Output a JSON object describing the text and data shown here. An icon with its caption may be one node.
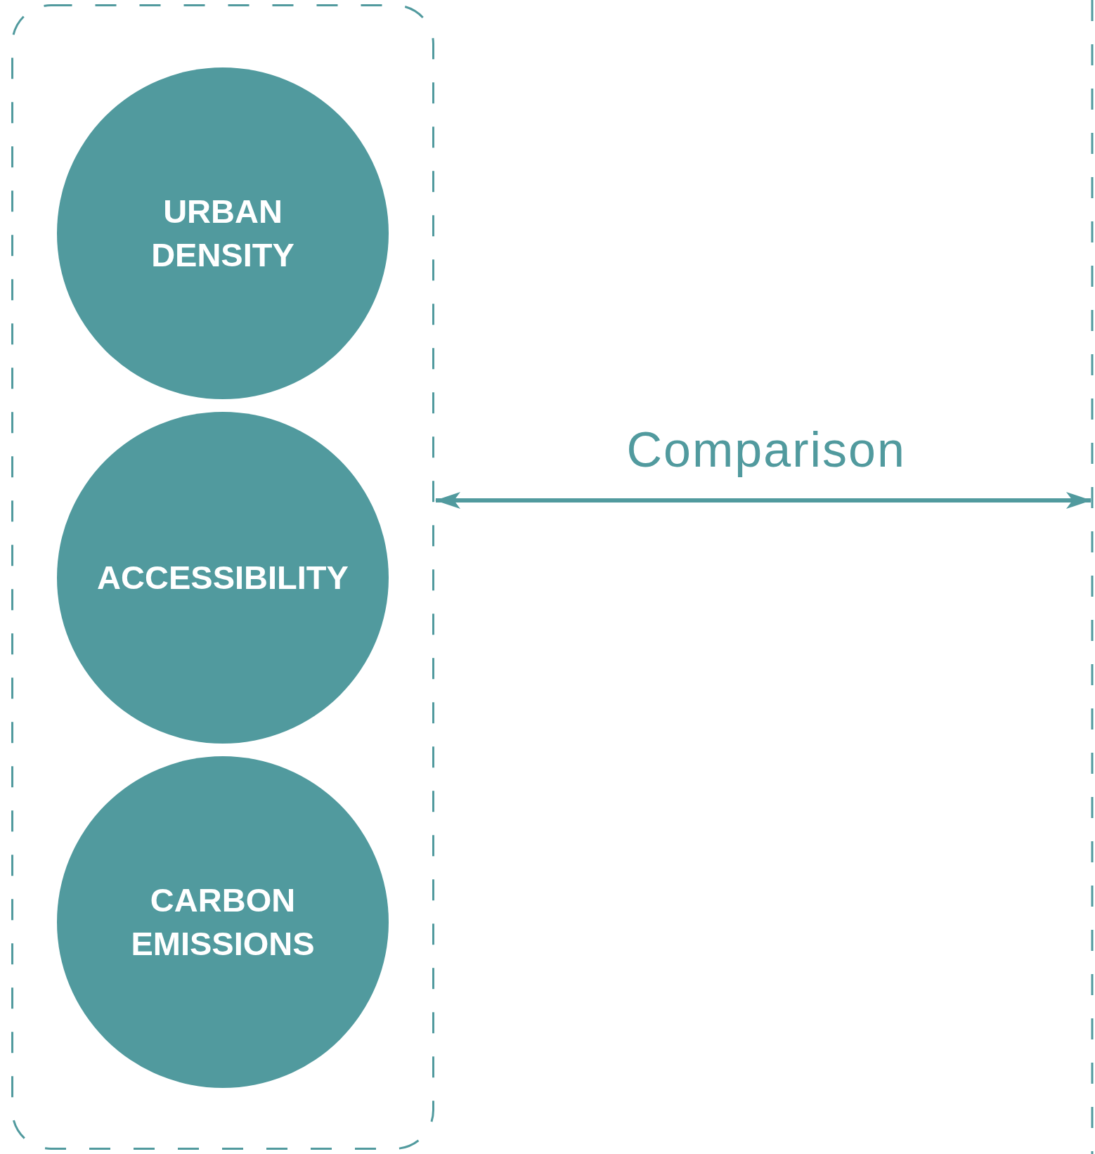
{
  "diagram": {
    "nodes": [
      {
        "text": [],
        "shape": "box"
      },
      {
        "text": [
          "URBAN DENSITY"
        ],
        "in": 0
      },
      {
        "text": [
          "ACCESSIBILITY"
        ],
        "in": 0
      },
      {
        "text": [
          "CARBON EMISSIONS"
        ],
        "in": 0
      },
      {
        "text": [],
        "shape": "box"
      }
    ],
    "edges": [
      {
        "from": 0,
        "to": 4,
        "arrow": "both",
        "label": "Comparison"
      }
    ]
  }
}
